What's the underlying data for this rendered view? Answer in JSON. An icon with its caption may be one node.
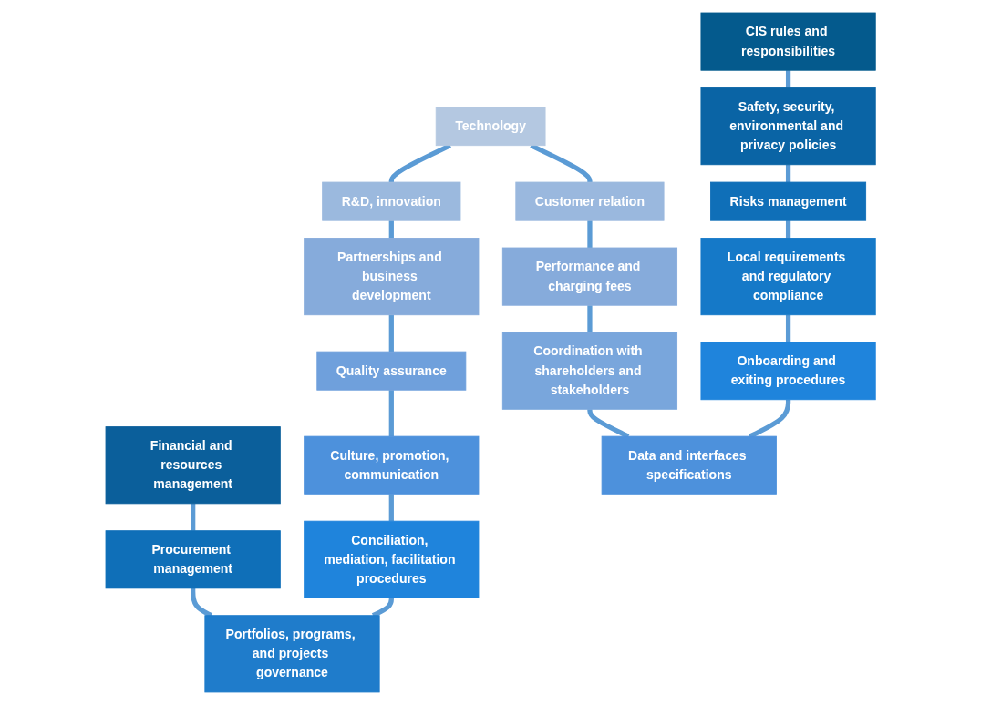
{
  "diagram": {
    "nodes": [
      {
        "text": [
          "CIS rules and responsibilities"
        ]
      },
      {
        "text": [
          "Technology"
        ]
      },
      {
        "text": [
          "R&D, innovation"
        ]
      },
      {
        "text": [
          "Safety, security, environmental and privacy policies"
        ]
      },
      {
        "text": [
          "Customer relation"
        ]
      },
      {
        "text": [
          "Partnerships and business development"
        ]
      },
      {
        "text": [
          "Risks management"
        ]
      },
      {
        "text": [
          "Performance and charging fees"
        ]
      },
      {
        "text": [
          "Quality assurance"
        ]
      },
      {
        "text": [
          "Financial and resources management"
        ]
      },
      {
        "text": [
          "Local requirements and regulatory compliance"
        ]
      },
      {
        "text": [
          "Coordination with shareholders and stakeholders"
        ]
      },
      {
        "text": [
          "Culture, promotion, communication"
        ]
      },
      {
        "text": [
          "Procurement management"
        ]
      },
      {
        "text": [
          "Onboarding and exiting procedures"
        ]
      },
      {
        "text": [
          "Data and interfaces specifications"
        ]
      },
      {
        "text": [
          "Conciliation, mediation, facilitation procedures"
        ]
      },
      {
        "text": [
          "Portfolios, programs, and projects governance"
        ]
      }
    ],
    "edges": [
      {
        "from": 0,
        "to": 3,
        "arrow": "none"
      },
      {
        "from": 3,
        "to": 6,
        "arrow": "none"
      },
      {
        "from": 6,
        "to": 10,
        "arrow": "none"
      },
      {
        "from": 10,
        "to": 14,
        "arrow": "none"
      },
      {
        "from": 14,
        "to": 15,
        "arrow": "none"
      },
      {
        "from": 11,
        "to": 15,
        "arrow": "none"
      },
      {
        "from": 7,
        "to": 11,
        "arrow": "none"
      },
      {
        "from": 4,
        "to": 7,
        "arrow": "none"
      },
      {
        "from": 1,
        "to": 4,
        "arrow": "none"
      },
      {
        "from": 1,
        "to": 2,
        "arrow": "none"
      },
      {
        "from": 2,
        "to": 5,
        "arrow": "none"
      },
      {
        "from": 5,
        "to": 8,
        "arrow": "none"
      },
      {
        "from": 8,
        "to": 12,
        "arrow": "none"
      },
      {
        "from": 12,
        "to": 16,
        "arrow": "none"
      },
      {
        "from": 16,
        "to": 17,
        "arrow": "none"
      },
      {
        "from": 13,
        "to": 17,
        "arrow": "none"
      },
      {
        "from": 9,
        "to": 13,
        "arrow": "none"
      }
    ]
  }
}
